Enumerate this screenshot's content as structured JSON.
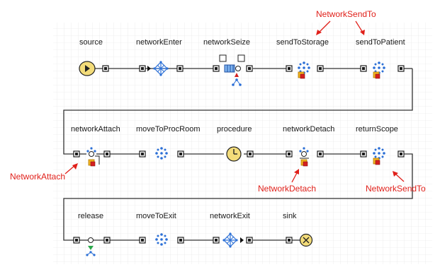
{
  "nodes": {
    "source": "source",
    "networkEnter": "networkEnter",
    "networkSeize": "networkSeize",
    "sendToStorage": "sendToStorage",
    "sendToPatient": "sendToPatient",
    "networkAttach": "networkAttach",
    "moveToProcRoom": "moveToProcRoom",
    "procedure": "procedure",
    "networkDetach": "networkDetach",
    "returnScope": "returnScope",
    "release": "release",
    "moveToExit": "moveToExit",
    "networkExit": "networkExit",
    "sink": "sink"
  },
  "annotations": {
    "sendTo_top": "NetworkSendTo",
    "attach": "NetworkAttach",
    "detach": "NetworkDetach",
    "sendTo_bottom": "NetworkSendTo"
  },
  "colors": {
    "annotation": "#e0201a",
    "grid": "#dedede",
    "node_blue": "#2b6fd6",
    "source_fill": "#f3dc7a",
    "resource_red": "#d42020"
  }
}
